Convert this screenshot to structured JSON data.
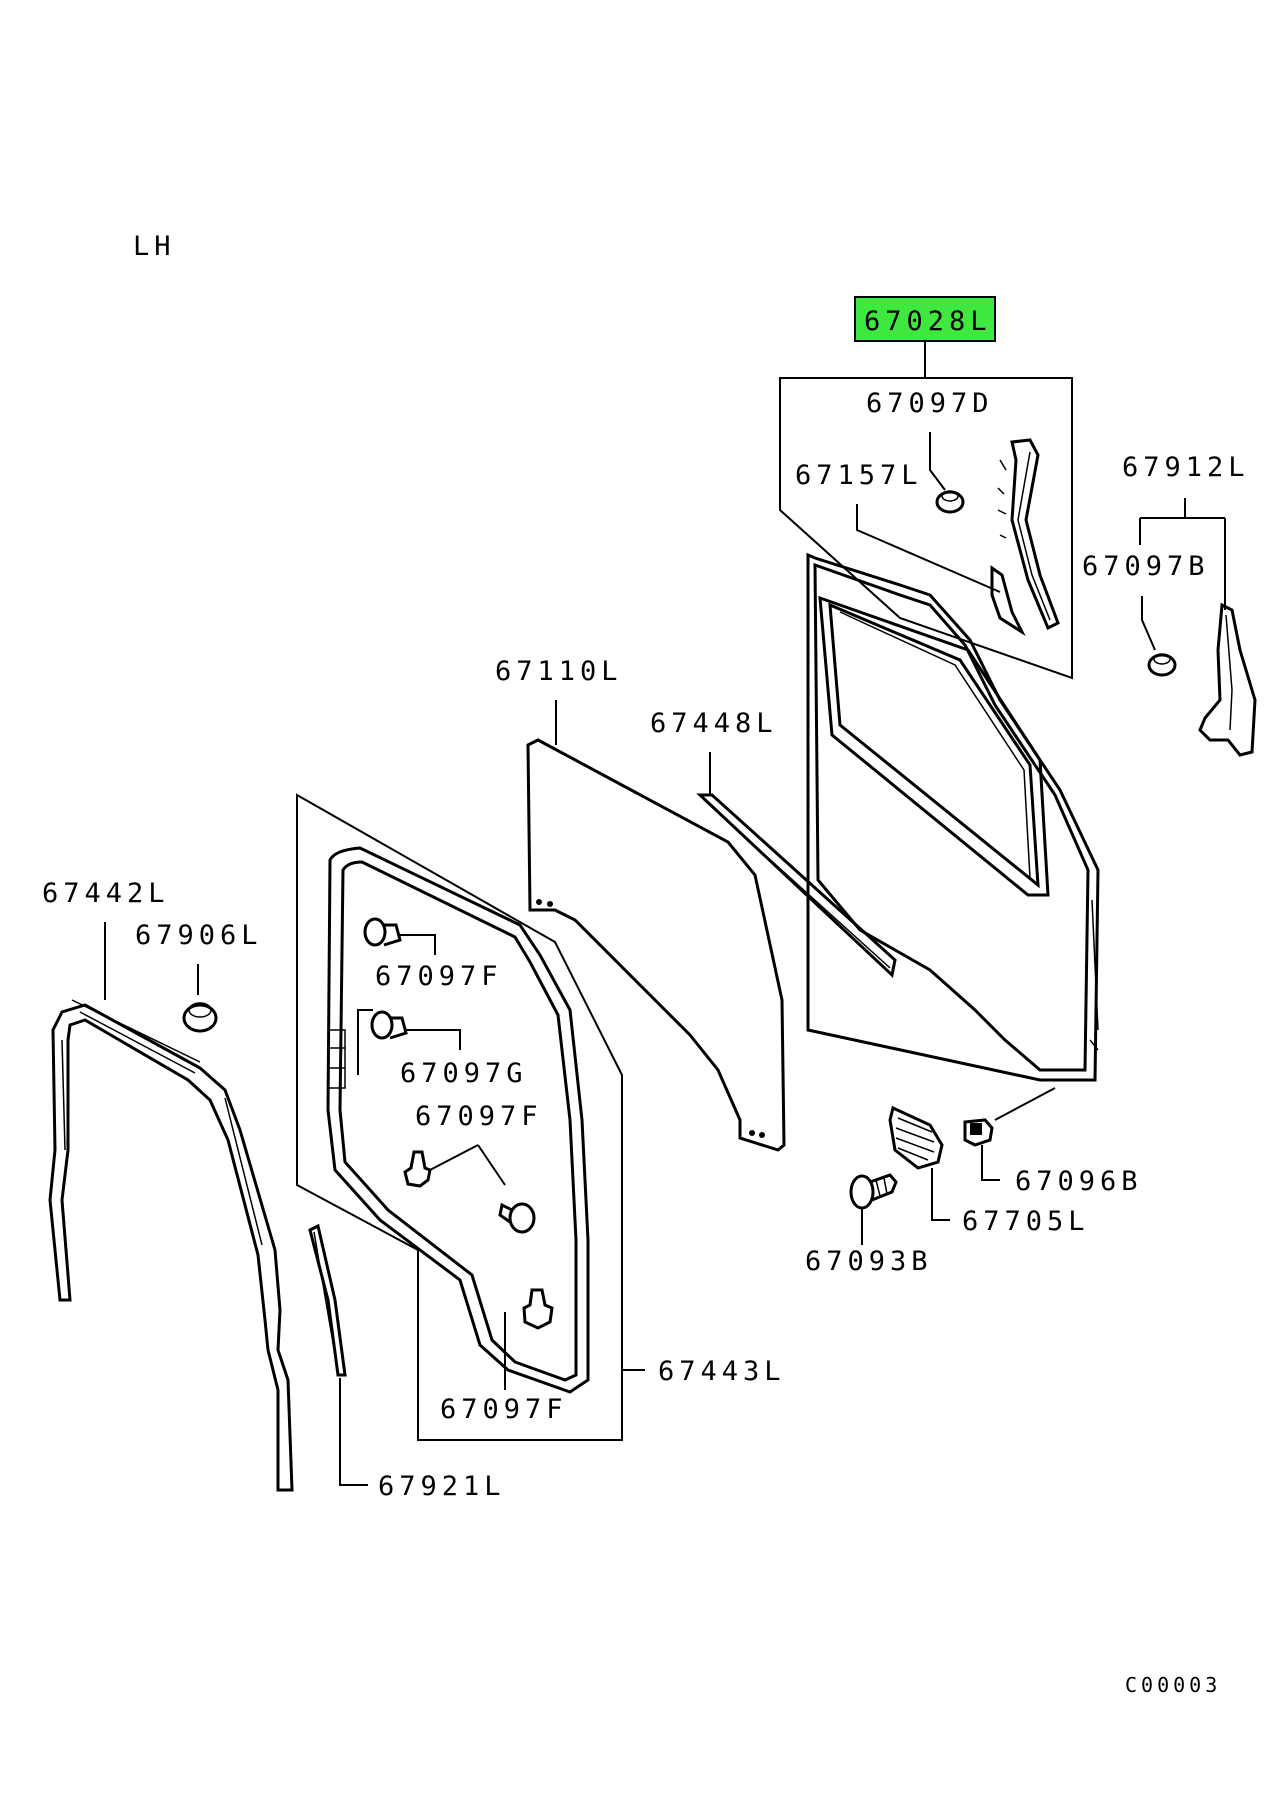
{
  "side": "LH",
  "drawing_code": "C00003",
  "highlight_color": "#3ee83e",
  "parts": {
    "p67028L": "67028L",
    "p67097D": "67097D",
    "p67157L": "67157L",
    "p67912L": "67912L",
    "p67097B": "67097B",
    "p67110L": "67110L",
    "p67448L": "67448L",
    "p67442L": "67442L",
    "p67906L": "67906L",
    "p67097F_a": "67097F",
    "p67097G": "67097G",
    "p67097F_b": "67097F",
    "p67097F_c": "67097F",
    "p67443L": "67443L",
    "p67921L": "67921L",
    "p67096B": "67096B",
    "p67705L": "67705L",
    "p67093B": "67093B"
  }
}
